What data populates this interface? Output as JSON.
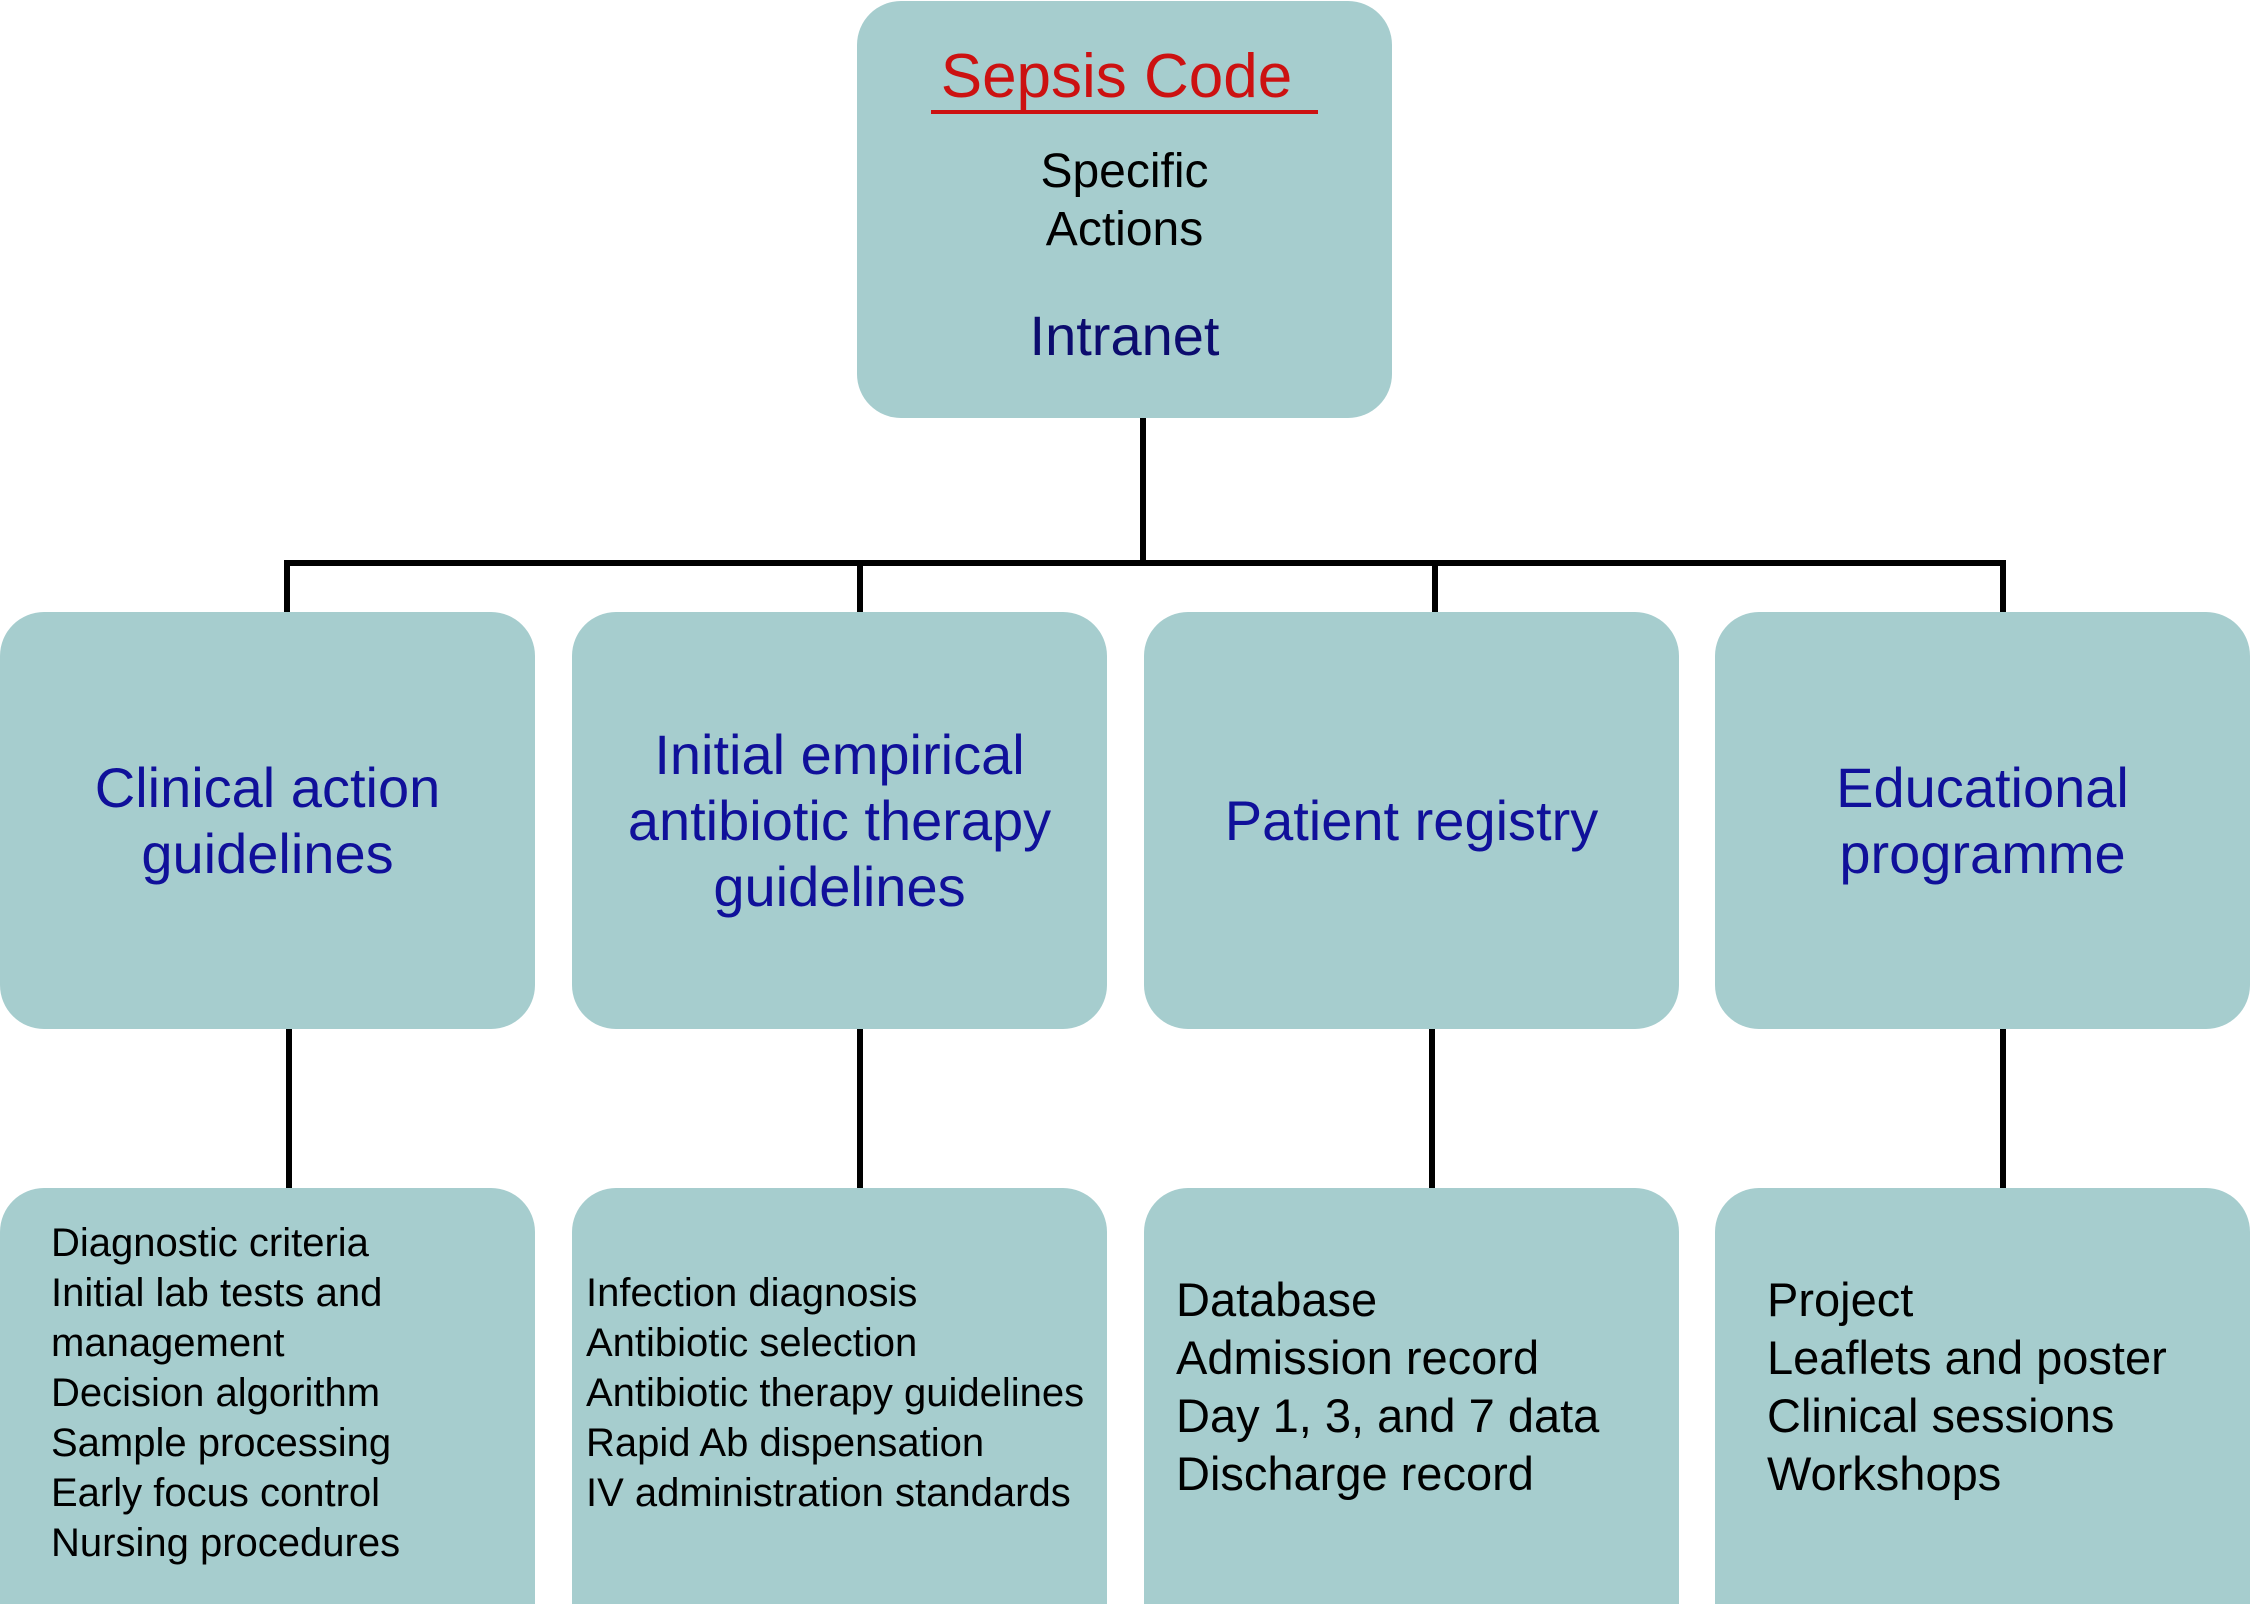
{
  "root": {
    "title": "Sepsis Code",
    "subtitle_line1": "Specific",
    "subtitle_line2": "Actions",
    "intranet": "Intranet"
  },
  "categories": [
    {
      "label": "Clinical action guidelines",
      "items": [
        "Diagnostic criteria",
        "Initial lab tests and management",
        "Decision algorithm",
        "Sample processing",
        "Early focus control",
        "Nursing procedures"
      ]
    },
    {
      "label": "Initial empirical antibiotic therapy guidelines",
      "items": [
        "Infection diagnosis",
        "Antibiotic selection",
        "Antibiotic therapy guidelines",
        "Rapid Ab dispensation",
        "IV administration standards"
      ]
    },
    {
      "label": "Patient registry",
      "items": [
        "Database",
        "Admission record",
        "Day 1, 3, and 7 data",
        "Discharge record"
      ]
    },
    {
      "label": "Educational programme",
      "items": [
        "Project",
        "Leaflets and poster",
        "Clinical sessions",
        "Workshops"
      ]
    }
  ],
  "colors": {
    "box_fill": "#a6cdce",
    "title_red": "#cc1111",
    "category_blue": "#10109a",
    "intranet_navy": "#0c0c6e",
    "connector": "#000000"
  }
}
